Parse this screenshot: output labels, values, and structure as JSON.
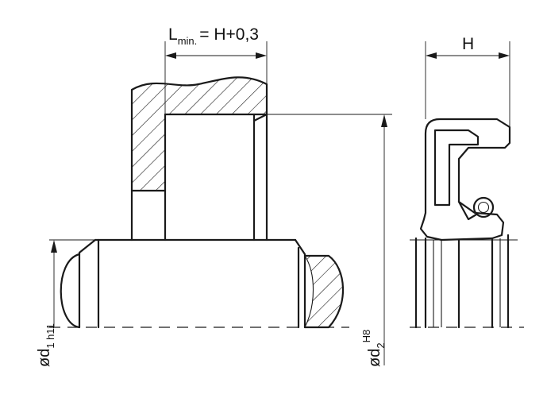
{
  "labels": {
    "lmin_L": "L",
    "lmin_sub": "min.",
    "lmin_rest": "= H+0,3",
    "height": "H",
    "d1_main": "ød",
    "d1_sub": "1 h11",
    "d2_main": "ød",
    "d2_sub": "2",
    "d2_sup": "H8"
  },
  "colors": {
    "line": "#1a1a1a",
    "background": "#ffffff"
  }
}
